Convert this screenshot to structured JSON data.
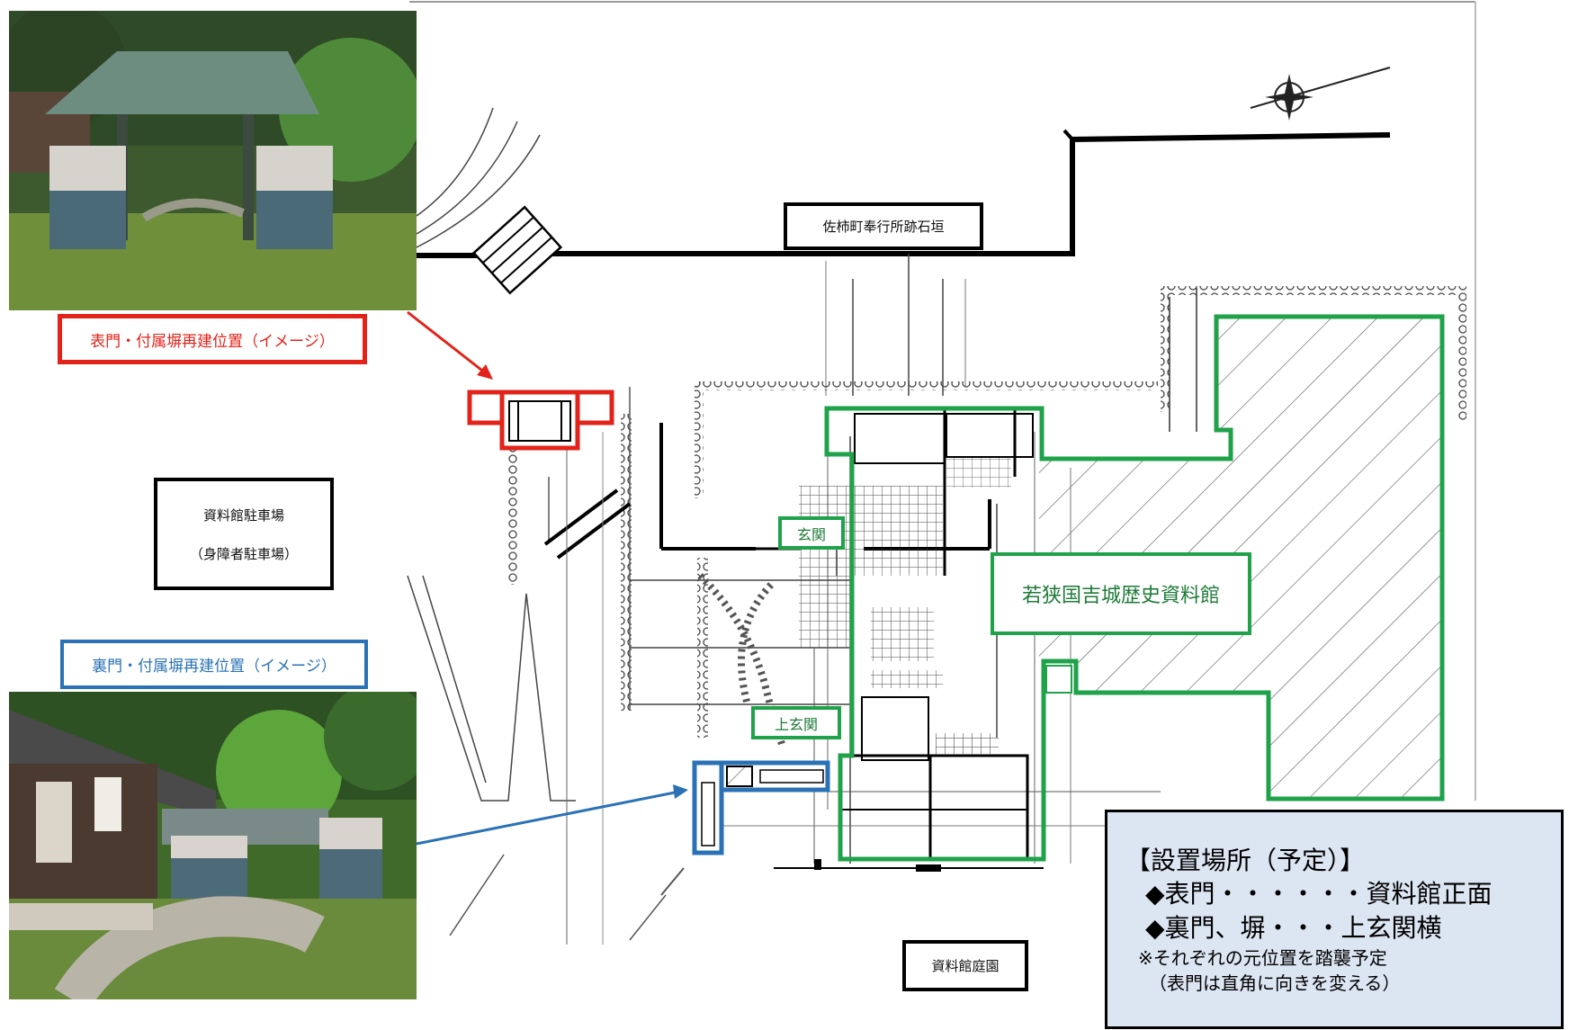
{
  "labels": {
    "front_gate": "表門・付属塀再建位置（イメージ）",
    "back_gate": "裏門・付属塀再建位置（イメージ）",
    "stone_wall": "佐柿町奉行所跡石垣",
    "parking_line1": "資料館駐車場",
    "parking_line2": "（身障者駐車場）",
    "museum": "若狭国吉城歴史資料館",
    "genkan": "玄関",
    "upper_genkan": "上玄関",
    "garden": "資料館庭園"
  },
  "info_box": {
    "heading": "【設置場所（予定）】",
    "item1": "◆表門・・・・・・資料館正面",
    "item2": "◆裏門、塀・・・上玄関横",
    "note1": "※それぞれの元位置を踏襲予定",
    "note2": "（表門は直角に向きを変える）"
  },
  "colors": {
    "front_gate": "#e2231a",
    "back_gate": "#2a72b5",
    "museum": "#1fa24a",
    "info_bg": "#dce5f2"
  }
}
